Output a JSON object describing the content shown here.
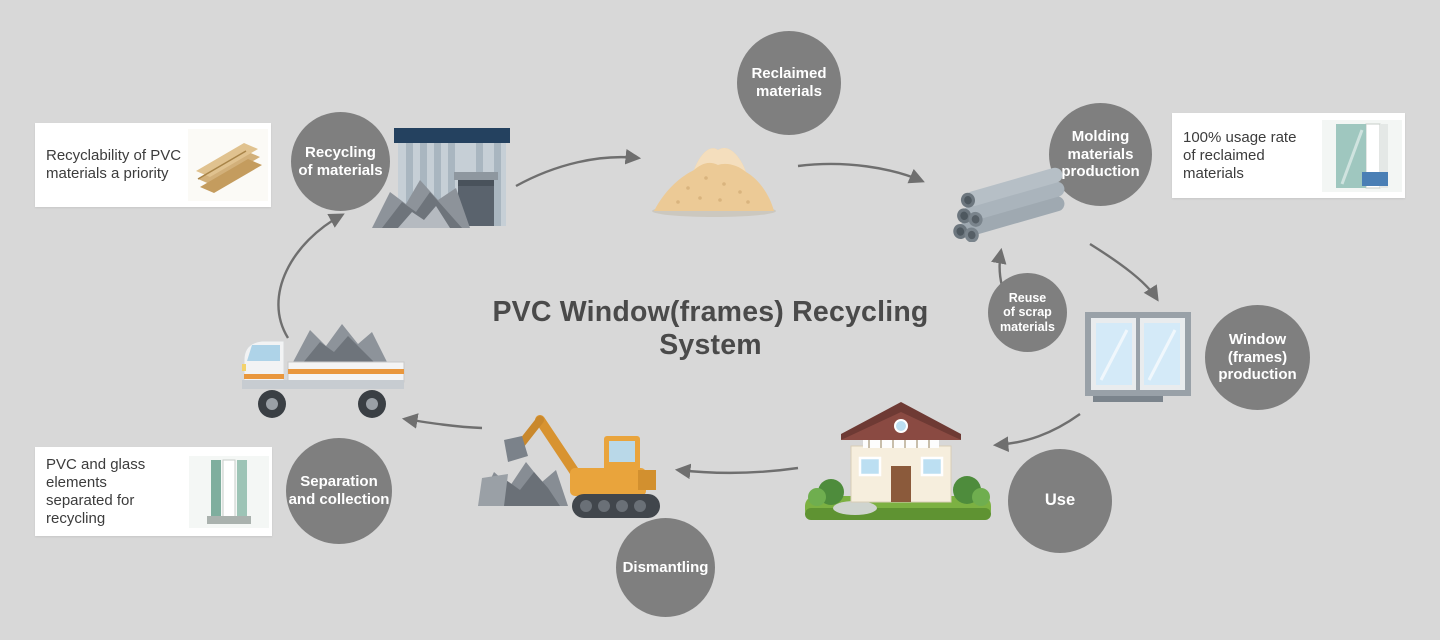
{
  "title": "PVC Window(frames) Recycling System",
  "colors": {
    "background": "#d8d8d8",
    "node_fill": "#7f7f7f",
    "node_text": "#ffffff",
    "arrow": "#6f6f6f",
    "title_text": "#4a4a4a",
    "callout_bg": "#ffffff",
    "callout_text": "#3c3c3c"
  },
  "circles": {
    "reclaimed": {
      "label": "Reclaimed\nmaterials"
    },
    "recycling": {
      "label": "Recycling\nof materials"
    },
    "molding": {
      "label": "Molding\nmaterials\nproduction"
    },
    "reuse": {
      "label": "Reuse\nof scrap\nmaterials"
    },
    "window_production": {
      "label": "Window\n(frames)\nproduction"
    },
    "use": {
      "label": "Use"
    },
    "dismantling": {
      "label": "Dismantling"
    },
    "separation": {
      "label": "Separation\nand collection"
    }
  },
  "callouts": {
    "recyclability": {
      "text": "Recyclability of PVC\nmaterials a priority"
    },
    "usage_rate": {
      "text": "100% usage rate\nof reclaimed materials"
    },
    "pvc_glass": {
      "text": "PVC and glass\nelements\nseparated for\nrecycling"
    }
  },
  "illustrations": [
    "factory-with-scrap-pile",
    "reclaimed-powder-pile",
    "pvc-profile-pipe-stack",
    "window-frames",
    "house-with-garden",
    "excavator-dismantling",
    "scrap-collection-truck",
    "pvc-profiles-photo",
    "window-corner-photo",
    "glass-profile-photo"
  ]
}
